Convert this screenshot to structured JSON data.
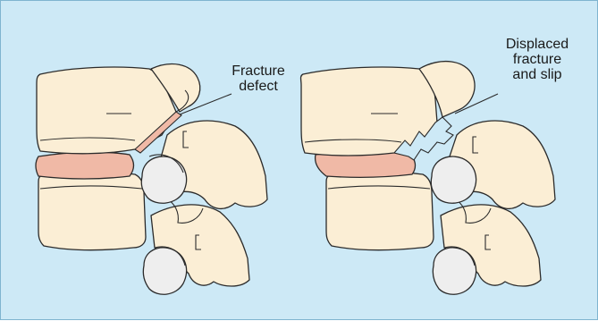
{
  "labels": {
    "left_line1": "Fracture",
    "left_line2": "defect",
    "right_line1": "Displaced",
    "right_line2": "fracture",
    "right_line3": "and slip"
  },
  "colors": {
    "background": "#cde9f6",
    "bone": "#fbeed5",
    "disc": "#f0b9a6",
    "outline": "#2b2b2b",
    "joint": "#eeeeee"
  }
}
